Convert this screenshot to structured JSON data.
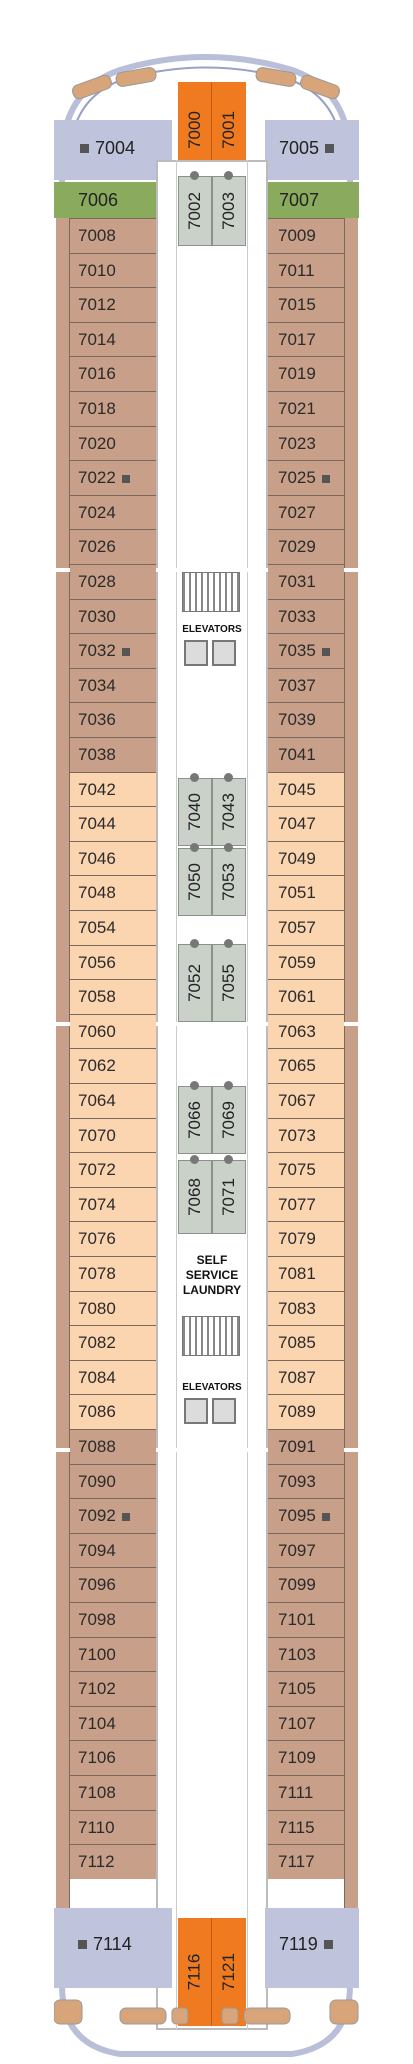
{
  "deck": {
    "bow": {
      "left_suite": "7004",
      "right_suite": "7005",
      "center_left": "7000",
      "center_right": "7001"
    },
    "green_row": {
      "left": "7006",
      "right": "7007"
    },
    "stern": {
      "left_suite": "7114",
      "right_suite": "7119",
      "center_left": "7116",
      "center_right": "7121"
    },
    "interior_blocks": [
      {
        "left": "7002",
        "right": "7003"
      },
      {
        "left": "7040",
        "right": "7043"
      },
      {
        "left": "7050",
        "right": "7053"
      },
      {
        "left": "7052",
        "right": "7055"
      },
      {
        "left": "7066",
        "right": "7069"
      },
      {
        "left": "7068",
        "right": "7071"
      }
    ],
    "port_cabins": [
      {
        "num": "7008",
        "tone": "dark"
      },
      {
        "num": "7010",
        "tone": "dark"
      },
      {
        "num": "7012",
        "tone": "dark"
      },
      {
        "num": "7014",
        "tone": "dark"
      },
      {
        "num": "7016",
        "tone": "dark"
      },
      {
        "num": "7018",
        "tone": "dark"
      },
      {
        "num": "7020",
        "tone": "dark"
      },
      {
        "num": "7022",
        "tone": "dark",
        "accessible": true
      },
      {
        "num": "7024",
        "tone": "dark"
      },
      {
        "num": "7026",
        "tone": "dark"
      },
      {
        "num": "7028",
        "tone": "dark"
      },
      {
        "num": "7030",
        "tone": "dark"
      },
      {
        "num": "7032",
        "tone": "dark",
        "accessible": true
      },
      {
        "num": "7034",
        "tone": "dark"
      },
      {
        "num": "7036",
        "tone": "dark"
      },
      {
        "num": "7038",
        "tone": "dark"
      },
      {
        "num": "7042",
        "tone": "light"
      },
      {
        "num": "7044",
        "tone": "light"
      },
      {
        "num": "7046",
        "tone": "light"
      },
      {
        "num": "7048",
        "tone": "light"
      },
      {
        "num": "7054",
        "tone": "light"
      },
      {
        "num": "7056",
        "tone": "light"
      },
      {
        "num": "7058",
        "tone": "light"
      },
      {
        "num": "7060",
        "tone": "light"
      },
      {
        "num": "7062",
        "tone": "light"
      },
      {
        "num": "7064",
        "tone": "light"
      },
      {
        "num": "7070",
        "tone": "light"
      },
      {
        "num": "7072",
        "tone": "light"
      },
      {
        "num": "7074",
        "tone": "light"
      },
      {
        "num": "7076",
        "tone": "light"
      },
      {
        "num": "7078",
        "tone": "light"
      },
      {
        "num": "7080",
        "tone": "light"
      },
      {
        "num": "7082",
        "tone": "light"
      },
      {
        "num": "7084",
        "tone": "light"
      },
      {
        "num": "7086",
        "tone": "light"
      },
      {
        "num": "7088",
        "tone": "dark"
      },
      {
        "num": "7090",
        "tone": "dark"
      },
      {
        "num": "7092",
        "tone": "dark",
        "accessible": true
      },
      {
        "num": "7094",
        "tone": "dark"
      },
      {
        "num": "7096",
        "tone": "dark"
      },
      {
        "num": "7098",
        "tone": "dark"
      },
      {
        "num": "7100",
        "tone": "dark"
      },
      {
        "num": "7102",
        "tone": "dark"
      },
      {
        "num": "7104",
        "tone": "dark"
      },
      {
        "num": "7106",
        "tone": "dark"
      },
      {
        "num": "7108",
        "tone": "dark"
      },
      {
        "num": "7110",
        "tone": "dark"
      },
      {
        "num": "7112",
        "tone": "dark"
      }
    ],
    "starboard_cabins": [
      {
        "num": "7009",
        "tone": "dark"
      },
      {
        "num": "7011",
        "tone": "dark"
      },
      {
        "num": "7015",
        "tone": "dark"
      },
      {
        "num": "7017",
        "tone": "dark"
      },
      {
        "num": "7019",
        "tone": "dark"
      },
      {
        "num": "7021",
        "tone": "dark"
      },
      {
        "num": "7023",
        "tone": "dark"
      },
      {
        "num": "7025",
        "tone": "dark",
        "accessible": true
      },
      {
        "num": "7027",
        "tone": "dark"
      },
      {
        "num": "7029",
        "tone": "dark"
      },
      {
        "num": "7031",
        "tone": "dark"
      },
      {
        "num": "7033",
        "tone": "dark"
      },
      {
        "num": "7035",
        "tone": "dark",
        "accessible": true
      },
      {
        "num": "7037",
        "tone": "dark"
      },
      {
        "num": "7039",
        "tone": "dark"
      },
      {
        "num": "7041",
        "tone": "dark"
      },
      {
        "num": "7045",
        "tone": "light"
      },
      {
        "num": "7047",
        "tone": "light"
      },
      {
        "num": "7049",
        "tone": "light"
      },
      {
        "num": "7051",
        "tone": "light"
      },
      {
        "num": "7057",
        "tone": "light"
      },
      {
        "num": "7059",
        "tone": "light"
      },
      {
        "num": "7061",
        "tone": "light"
      },
      {
        "num": "7063",
        "tone": "light"
      },
      {
        "num": "7065",
        "tone": "light"
      },
      {
        "num": "7067",
        "tone": "light"
      },
      {
        "num": "7073",
        "tone": "light"
      },
      {
        "num": "7075",
        "tone": "light"
      },
      {
        "num": "7077",
        "tone": "light"
      },
      {
        "num": "7079",
        "tone": "light"
      },
      {
        "num": "7081",
        "tone": "light"
      },
      {
        "num": "7083",
        "tone": "light"
      },
      {
        "num": "7085",
        "tone": "light"
      },
      {
        "num": "7087",
        "tone": "light"
      },
      {
        "num": "7089",
        "tone": "light"
      },
      {
        "num": "7091",
        "tone": "dark"
      },
      {
        "num": "7093",
        "tone": "dark"
      },
      {
        "num": "7095",
        "tone": "dark",
        "accessible": true
      },
      {
        "num": "7097",
        "tone": "dark"
      },
      {
        "num": "7099",
        "tone": "dark"
      },
      {
        "num": "7101",
        "tone": "dark"
      },
      {
        "num": "7103",
        "tone": "dark"
      },
      {
        "num": "7105",
        "tone": "dark"
      },
      {
        "num": "7107",
        "tone": "dark"
      },
      {
        "num": "7109",
        "tone": "dark"
      },
      {
        "num": "7111",
        "tone": "dark"
      },
      {
        "num": "7115",
        "tone": "dark"
      },
      {
        "num": "7117",
        "tone": "dark"
      }
    ],
    "labels": {
      "elevators_forward": "ELEVATORS",
      "laundry_line1": "SELF",
      "laundry_line2": "SERVICE",
      "laundry_line3": "LAUNDRY",
      "elevators_aft": "ELEVATORS"
    },
    "colors": {
      "dark_cabin": "#c89f88",
      "light_cabin": "#fbd4b0",
      "suite": "#bfc3dc",
      "green_suite": "#8aab5e",
      "orange_suite": "#ef7a1f",
      "interior": "#c9d1c9"
    }
  }
}
